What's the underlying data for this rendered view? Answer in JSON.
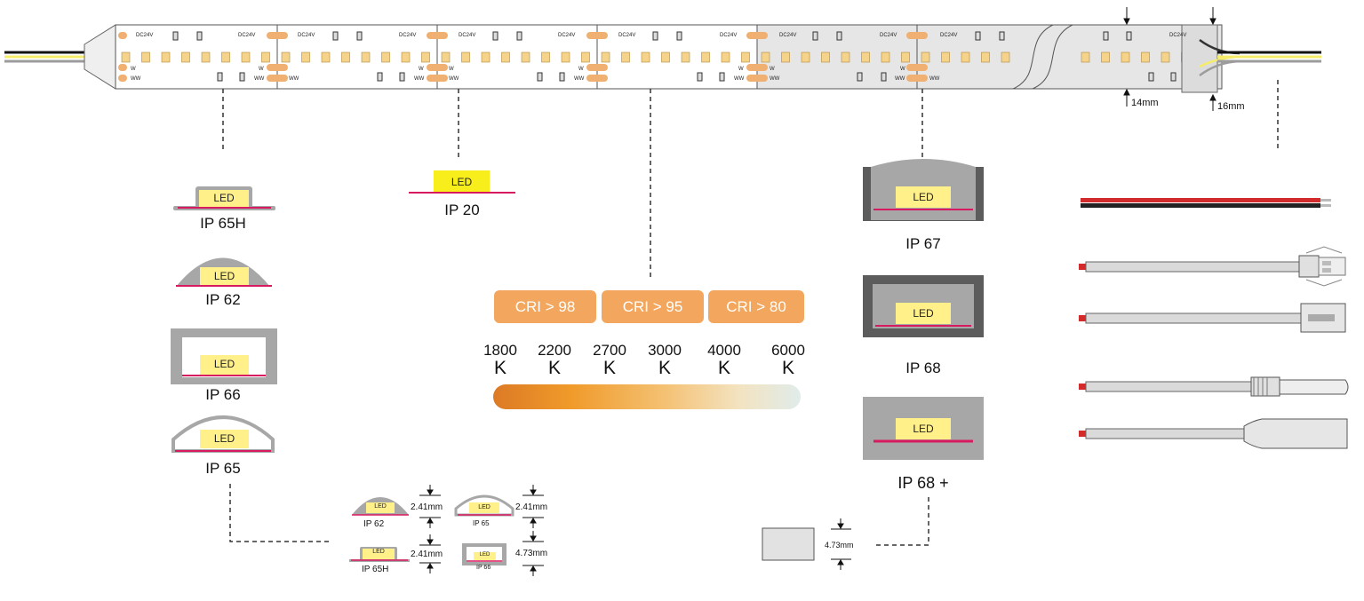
{
  "strip": {
    "voltage_mark": "DC24V",
    "w_mark": "W",
    "ww_mark": "WW",
    "dim_left": "14mm",
    "dim_right": "16mm"
  },
  "profiles": {
    "ip65h": "IP 65H",
    "ip62": "IP 62",
    "ip66": "IP 66",
    "ip65": "IP 65",
    "ip20": "IP 20",
    "ip67": "IP 67",
    "ip68": "IP 68",
    "ip68plus": "IP 68 +",
    "led": "LED"
  },
  "cri": [
    "CRI > 98",
    "CRI > 95",
    "CRI > 80"
  ],
  "cct": [
    {
      "value": "1800",
      "unit": "K"
    },
    {
      "value": "2200",
      "unit": "K"
    },
    {
      "value": "2700",
      "unit": "K"
    },
    {
      "value": "3000",
      "unit": "K"
    },
    {
      "value": "4000",
      "unit": "K"
    },
    {
      "value": "6000",
      "unit": "K"
    }
  ],
  "thickness": {
    "ip62_label": "IP 62",
    "ip65_label": "IP 65",
    "ip65h_label": "IP 65H",
    "ip66_label": "IP 66",
    "ip62_dim": "2.41mm",
    "ip65_dim": "2.41mm",
    "ip65h_dim": "2.41mm",
    "ip66_dim": "4.73mm",
    "ip68plus_dim": "4.73mm"
  },
  "colors": {
    "led_yellow": "#fff08a",
    "ip20_yellow": "#f7ee1c",
    "pcb_magenta": "#d81b60",
    "profile_gray": "#a7a7a7",
    "dark_gray": "#5c5c5c",
    "cri_orange": "#f3a75e"
  }
}
